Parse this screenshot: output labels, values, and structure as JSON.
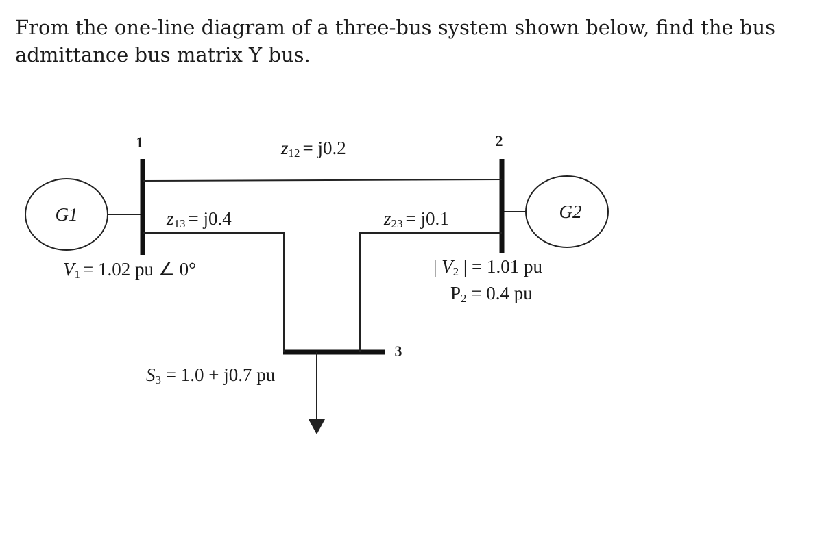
{
  "question": "From the one-line diagram of a three-bus system shown below, find the bus admittance bus matrix Y bus.",
  "buses": [
    {
      "id": "bus-1",
      "label": "1"
    },
    {
      "id": "bus-2",
      "label": "2"
    },
    {
      "id": "bus-3",
      "label": "3"
    }
  ],
  "generators": [
    {
      "id": "g1",
      "label": "G1"
    },
    {
      "id": "g2",
      "label": "G2"
    }
  ],
  "impedances": {
    "z12": {
      "sym": "z",
      "sub": "12",
      "value": "= j0.2"
    },
    "z13": {
      "sym": "z",
      "sub": "13",
      "value": "= j0.4"
    },
    "z23": {
      "sym": "z",
      "sub": "23",
      "value": "= j0.1"
    }
  },
  "bus1_spec": {
    "sym": "V",
    "sub": "1",
    "value": "= 1.02 pu ∠ 0°"
  },
  "bus2_spec": {
    "v": {
      "pre": "| ",
      "sym": "V",
      "sub": "2",
      "value": " | = 1.01 pu"
    },
    "p": {
      "sym": "P",
      "sub": "2",
      "value": " = 0.4 pu"
    }
  },
  "bus3_spec": {
    "sym": "S",
    "sub": "3",
    "value": " = 1.0 + j0.7 pu"
  }
}
